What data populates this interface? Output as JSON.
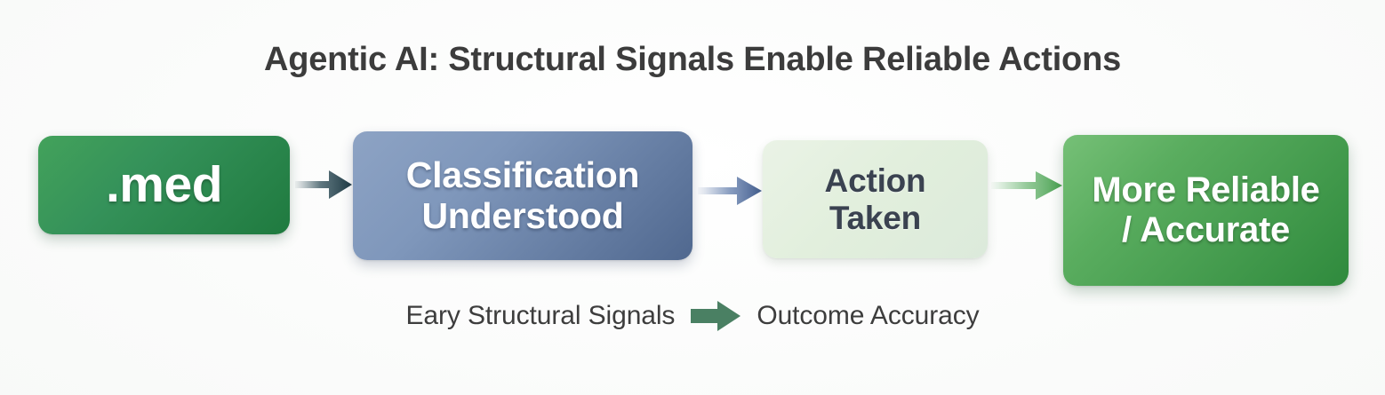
{
  "page": {
    "title": "Agentic AI: Structural Signals Enable Reliable Actions",
    "background_color": "#fbfbfc",
    "title_color": "#3c3c3c"
  },
  "flow": {
    "steps": [
      {
        "id": "med",
        "label": ".med",
        "text_color": "#ffffff",
        "fill_from": "#43a25b",
        "fill_to": "#1f7a3f"
      },
      {
        "id": "classification-understood",
        "label": "Classification\nUnderstood",
        "text_color": "#ffffff",
        "fill_from": "#8da3c4",
        "fill_to": "#50688f"
      },
      {
        "id": "action-taken",
        "label": "Action\nTaken",
        "text_color": "#3a4250",
        "fill_from": "#eaf3e6",
        "fill_to": "#dceadb"
      },
      {
        "id": "more-reliable-accurate",
        "label": "More Reliable\n/ Accurate",
        "text_color": "#ffffff",
        "fill_from": "#76c077",
        "fill_to": "#2f8a3d"
      }
    ],
    "connectors": [
      {
        "id": "connector-1",
        "icon": "arrow-right-icon",
        "color": "#2b4a55"
      },
      {
        "id": "connector-2",
        "icon": "arrow-right-icon",
        "color": "#5774a6"
      },
      {
        "id": "connector-3",
        "icon": "arrow-right-icon",
        "color": "#5cae63"
      }
    ]
  },
  "caption": {
    "left_text": "Eary Structural Signals",
    "arrow_icon": "arrow-right-block-icon",
    "arrow_color": "#4a8063",
    "right_text": "Outcome Accuracy",
    "text_color": "#3d3d3d"
  }
}
